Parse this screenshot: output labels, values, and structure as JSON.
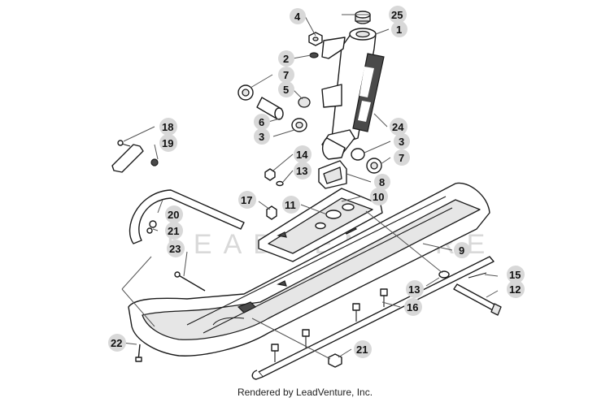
{
  "watermark": "LEADVENTURE",
  "footer": {
    "text": "Rendered by LeadVenture, Inc."
  },
  "callouts": [
    "25",
    "4",
    "1",
    "2",
    "7",
    "5",
    "6",
    "3",
    "24",
    "18",
    "19",
    "14",
    "13",
    "3",
    "7",
    "8",
    "10",
    "11",
    "17",
    "20",
    "21",
    "23",
    "9",
    "15",
    "13",
    "12",
    "16",
    "22",
    "21"
  ]
}
